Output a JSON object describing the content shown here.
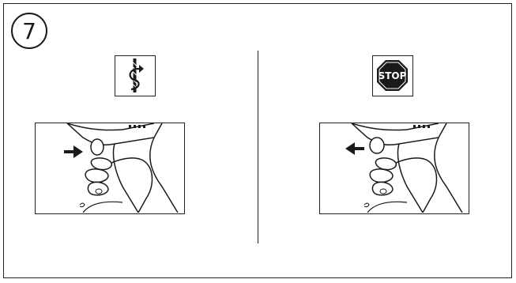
{
  "step_number": "7",
  "stop_sign_text": "STOP",
  "left_panel": {
    "icon": "drill-bit-rotate-icon",
    "illustration": "push-reverse-button-in-icon",
    "arrow_direction": "right"
  },
  "right_panel": {
    "icon": "stop-sign-icon",
    "illustration": "release-reverse-button-icon",
    "arrow_direction": "left"
  },
  "colors": {
    "line": "#1a1a1a",
    "background": "#ffffff"
  }
}
